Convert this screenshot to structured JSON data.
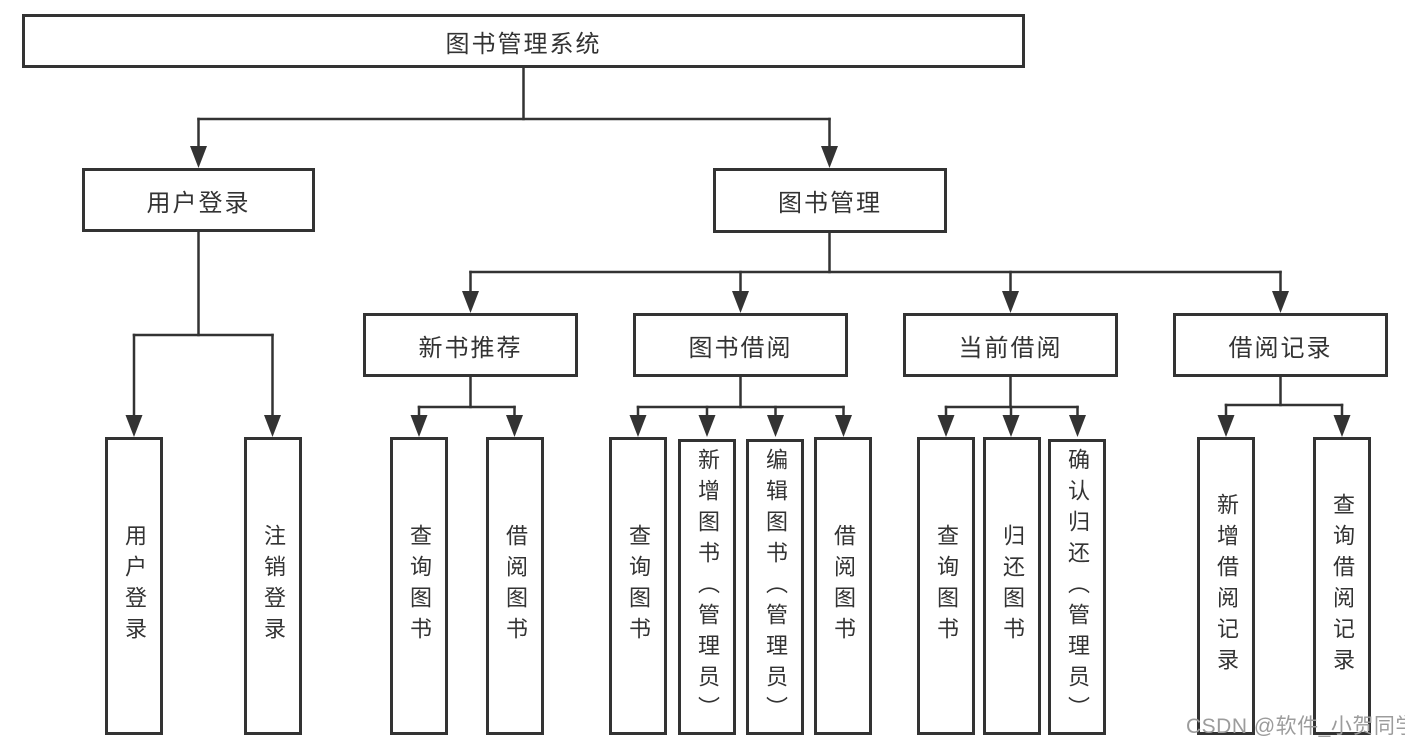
{
  "diagram": {
    "root": "图书管理系统",
    "level2": {
      "user": "用户登录",
      "mgmt": "图书管理"
    },
    "level3": {
      "newbook": "新书推荐",
      "borrow": "图书借阅",
      "current": "当前借阅",
      "record": "借阅记录"
    },
    "leaves": {
      "user": [
        "用户登录",
        "注销登录"
      ],
      "newbook": [
        "查询图书",
        "借阅图书"
      ],
      "borrow": [
        "查询图书",
        "新增图书（管理员）",
        "编辑图书（管理员）",
        "借阅图书"
      ],
      "current": [
        "查询图书",
        "归还图书",
        "确认归还（管理员）"
      ],
      "record": [
        "新增借阅记录",
        "查询借阅记录"
      ]
    },
    "watermark": "CSDN @软件_小贺同学",
    "colors": {
      "line": "#333333",
      "box_border": "#333333",
      "text": "#333333",
      "watermark": "#9c9c9c",
      "background": "#ffffff"
    }
  }
}
